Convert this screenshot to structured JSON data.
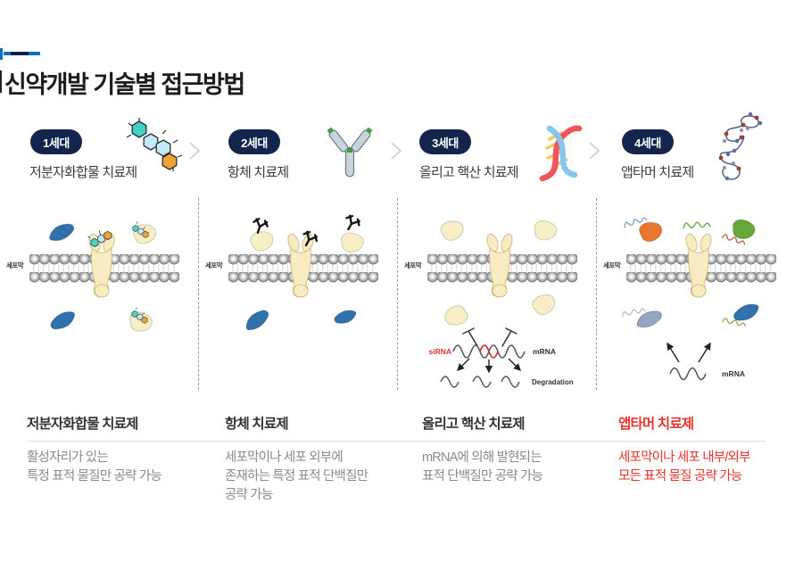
{
  "header": {
    "title": "신약개발 기술별 접근방법"
  },
  "generations": [
    {
      "badge": "1세대",
      "label": "저분자화합물 치료제",
      "icon": "molecule-icon"
    },
    {
      "badge": "2세대",
      "label": "항체 치료제",
      "icon": "antibody-icon"
    },
    {
      "badge": "3세대",
      "label": "올리고 핵산 치료제",
      "icon": "dna-helix-icon"
    },
    {
      "badge": "4세대",
      "label": "앱타머 치료제",
      "icon": "aptamer-icon"
    }
  ],
  "diagram": {
    "membrane_label": "세포막",
    "sirna_label": "siRNA",
    "mrna_label": "mRNA",
    "degradation_label": "Degradation"
  },
  "details": [
    {
      "title": "저분자화합물 치료제",
      "lines": [
        "활성자리가 있는",
        "특정 표적 물질만 공략 가능"
      ]
    },
    {
      "title": "항체 치료제",
      "lines": [
        "세포막이나 세포 외부에",
        "존재하는 특정 표적 단백질만",
        "공략 가능"
      ]
    },
    {
      "title": "올리고 핵산 치료제",
      "lines": [
        "mRNA에 의해 발현되는",
        "표적 단백질만 공략 가능"
      ]
    },
    {
      "title": "앱타머 치료제",
      "lines": [
        "세포막이나 세포 내부/외부",
        "모든 표적 물질 공략 가능"
      ]
    }
  ],
  "colors": {
    "badge_navy": "#14244d",
    "accent_blue": "#0d6fc0",
    "accent_navy": "#0e1f47",
    "highlight_red": "#e8332c",
    "title_dark": "#1d1d1d",
    "body_gray": "#8a8a8a",
    "divider_gray": "#e0e0e0"
  }
}
